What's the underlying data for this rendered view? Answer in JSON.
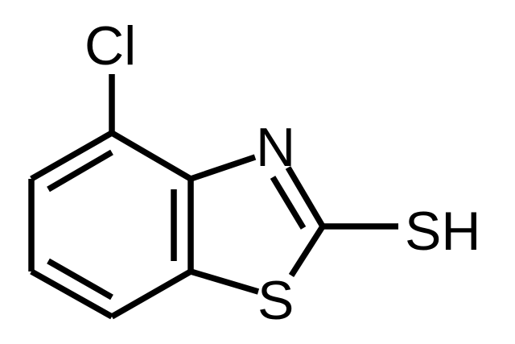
{
  "structure": {
    "atoms": {
      "chlorine": "Cl",
      "nitrogen": "N",
      "sulfur_ring": "S",
      "thiol": "SH"
    },
    "colors": {
      "bond": "#000000",
      "text": "#000000",
      "background": "#ffffff"
    }
  }
}
